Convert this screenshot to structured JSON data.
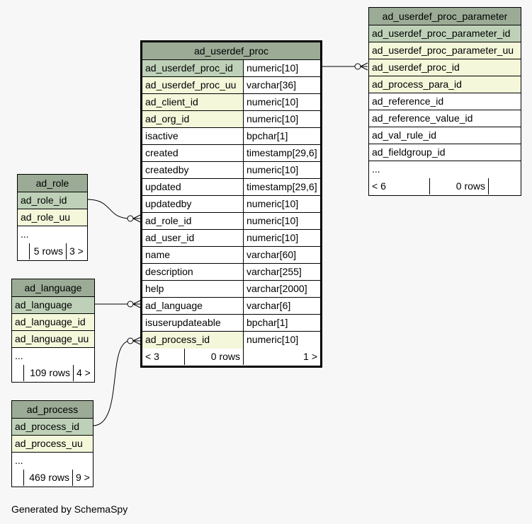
{
  "footer": "Generated by SchemaSpy",
  "main_table": {
    "name": "ad_userdef_proc",
    "columns": [
      {
        "name": "ad_userdef_proc_id",
        "type": "numeric[10]",
        "kind": "pk"
      },
      {
        "name": "ad_userdef_proc_uu",
        "type": "varchar[36]",
        "kind": "fk"
      },
      {
        "name": "ad_client_id",
        "type": "numeric[10]",
        "kind": "fk"
      },
      {
        "name": "ad_org_id",
        "type": "numeric[10]",
        "kind": "fk"
      },
      {
        "name": "isactive",
        "type": "bpchar[1]",
        "kind": "plain"
      },
      {
        "name": "created",
        "type": "timestamp[29,6]",
        "kind": "plain"
      },
      {
        "name": "createdby",
        "type": "numeric[10]",
        "kind": "plain"
      },
      {
        "name": "updated",
        "type": "timestamp[29,6]",
        "kind": "plain"
      },
      {
        "name": "updatedby",
        "type": "numeric[10]",
        "kind": "plain"
      },
      {
        "name": "ad_role_id",
        "type": "numeric[10]",
        "kind": "plain"
      },
      {
        "name": "ad_user_id",
        "type": "numeric[10]",
        "kind": "plain"
      },
      {
        "name": "name",
        "type": "varchar[60]",
        "kind": "plain"
      },
      {
        "name": "description",
        "type": "varchar[255]",
        "kind": "plain"
      },
      {
        "name": "help",
        "type": "varchar[2000]",
        "kind": "plain"
      },
      {
        "name": "ad_language",
        "type": "varchar[6]",
        "kind": "plain"
      },
      {
        "name": "isuserupdateable",
        "type": "bpchar[1]",
        "kind": "plain"
      },
      {
        "name": "ad_process_id",
        "type": "numeric[10]",
        "kind": "fk"
      }
    ],
    "footer": {
      "parents": "< 3",
      "rows": "0 rows",
      "children": "1 >"
    }
  },
  "param_table": {
    "name": "ad_userdef_proc_parameter",
    "columns": [
      {
        "name": "ad_userdef_proc_parameter_id",
        "kind": "pk"
      },
      {
        "name": "ad_userdef_proc_parameter_uu",
        "kind": "fk"
      },
      {
        "name": "ad_userdef_proc_id",
        "kind": "fk"
      },
      {
        "name": "ad_process_para_id",
        "kind": "fk"
      },
      {
        "name": "ad_reference_id",
        "kind": "plain"
      },
      {
        "name": "ad_reference_value_id",
        "kind": "plain"
      },
      {
        "name": "ad_val_rule_id",
        "kind": "plain"
      },
      {
        "name": "ad_fieldgroup_id",
        "kind": "plain"
      },
      {
        "name": "...",
        "kind": "plain"
      }
    ],
    "footer": {
      "parents": "< 6",
      "rows": "0 rows",
      "children": ""
    }
  },
  "role_table": {
    "name": "ad_role",
    "columns": [
      {
        "name": "ad_role_id",
        "kind": "pk"
      },
      {
        "name": "ad_role_uu",
        "kind": "fk"
      },
      {
        "name": "...",
        "kind": "plain"
      }
    ],
    "footer": {
      "parents": "",
      "rows": "5 rows",
      "children": "3 >"
    }
  },
  "language_table": {
    "name": "ad_language",
    "columns": [
      {
        "name": "ad_language",
        "kind": "pk"
      },
      {
        "name": "ad_language_id",
        "kind": "fk"
      },
      {
        "name": "ad_language_uu",
        "kind": "fk"
      },
      {
        "name": "...",
        "kind": "plain"
      }
    ],
    "footer": {
      "parents": "",
      "rows": "109 rows",
      "children": "4 >"
    }
  },
  "process_table": {
    "name": "ad_process",
    "columns": [
      {
        "name": "ad_process_id",
        "kind": "pk"
      },
      {
        "name": "ad_process_uu",
        "kind": "fk"
      },
      {
        "name": "...",
        "kind": "plain"
      }
    ],
    "footer": {
      "parents": "",
      "rows": "469 rows",
      "children": "9 >"
    }
  }
}
